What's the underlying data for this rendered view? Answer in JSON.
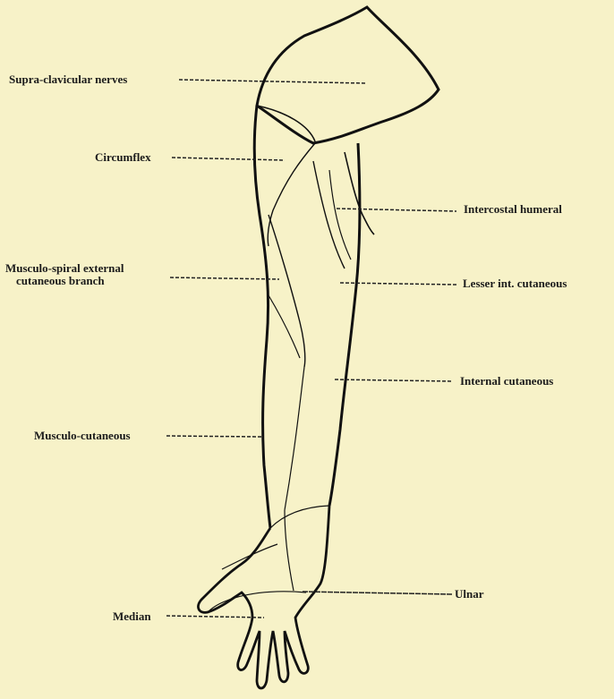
{
  "diagram": {
    "labels": {
      "supra_clavicular": "Supra-clavicular nerves",
      "circumflex": "Circumflex",
      "musculo_spiral_line1": "Musculo-spiral external",
      "musculo_spiral_line2": "cutaneous branch",
      "musculo_cutaneous": "Musculo-cutaneous",
      "median": "Median",
      "intercostal_humeral": "Intercostal humeral",
      "lesser_int_cutaneous": "Lesser int. cutaneous",
      "internal_cutaneous": "Internal cutaneous",
      "ulnar": "Ulnar"
    }
  }
}
